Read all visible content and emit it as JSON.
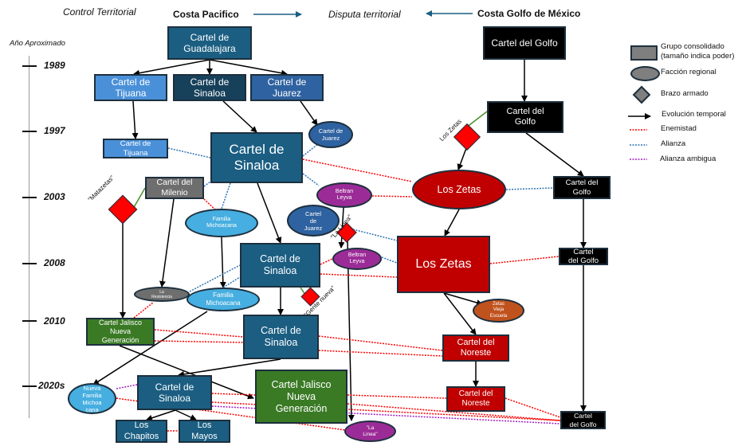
{
  "header": {
    "control_territorial": "Control Territorial",
    "costa_pacifico": "Costa Pacifico",
    "disputa": "Disputa territorial",
    "costa_golfo": "Costa Golfo de México"
  },
  "timeline": {
    "title": "Año Aproximado",
    "years": [
      "1989",
      "1997",
      "2003",
      "2008",
      "2010",
      "2020s"
    ]
  },
  "colors": {
    "sinaloa_blue": "#1b5e82",
    "light_blue": "#4a90d9",
    "faction_blue": "#2e62a0",
    "sky": "#46aee0",
    "gray": "#6e6e6e",
    "green": "#3a7a25",
    "red": "#c00000",
    "black": "#000000",
    "purple": "#9b2c97",
    "orange": "#c0521d",
    "diamond_red": "#ff0000",
    "enmity": "#ff0000",
    "alliance": "#2e75b6",
    "ambiguous": "#a020c0"
  },
  "nodes": {
    "guadalajara": "Cartel de\nGuadalajara",
    "tijuana_1": "Cartel de\nTijuana",
    "sinaloa_1": "Cartel de\nSinaloa",
    "juarez_1": "Cartel de\nJuarez",
    "golfo_1": "Cartel del Golfo",
    "tijuana_2": "Cartel de\nTijuana",
    "sinaloa_2": "Cartel de\nSinaloa",
    "juarez_2": "Cartel de\nJuarez",
    "golfo_2": "Cartel del\nGolfo",
    "milenio": "Cartel del\nMilenio",
    "zetas_ell": "Los Zetas",
    "golfo_3": "Cartel del\nGolfo",
    "beltran_1": "Beltran\nLeyva",
    "familia_1": "Familia\nMichoacana",
    "juarez_3": "Cartel\nde\nJuarez",
    "sinaloa_3": "Cartel de\nSinaloa",
    "beltran_2": "Beltran\nLeyva",
    "zetas_box": "Los Zetas",
    "golfo_4": "Cartel\ndel Golfo",
    "resistencia": "La\nResistencia",
    "familia_2": "Familia\nMichoacana",
    "zetas_vieja": "Zetas\nVieja\nEscuela",
    "cjng_1": "Cartel Jalisco\nNueva\nGeneración",
    "sinaloa_4": "Cartel de\nSinaloa",
    "noreste_1": "Cartel del\nNoreste",
    "nueva_familia": "Nueva\nFamilia\nMichoa\ncana",
    "sinaloa_5": "Cartel de\nSinaloa",
    "cjng_2": "Cartel Jalisco\nNueva\nGeneración",
    "noreste_2": "Cartel del\nNoreste",
    "golfo_5": "Cartel\ndel Golfo",
    "chapitos": "Los\nChapitos",
    "mayos": "Los\nMayos",
    "la_linea": "\"La\nLinea\""
  },
  "diamond_labels": {
    "matazetas": "\"Matazetas\"",
    "los_zetas": "Los Zetas",
    "la_linea": "\"La Línea\"",
    "gente_nueva": "\"Gente nueva\""
  },
  "legend": {
    "items": [
      {
        "kind": "rect",
        "label": "Grupo consolidado\n(tamaño indica poder)"
      },
      {
        "kind": "ellipse",
        "label": "Facción regional"
      },
      {
        "kind": "diamond",
        "label": "Brazo armado"
      },
      {
        "kind": "arrow",
        "label": "Evolución temporal"
      },
      {
        "kind": "enmity",
        "label": "Enemistad"
      },
      {
        "kind": "alliance",
        "label": "Alianza"
      },
      {
        "kind": "ambiguous",
        "label": "Alianza ambigua"
      }
    ]
  }
}
